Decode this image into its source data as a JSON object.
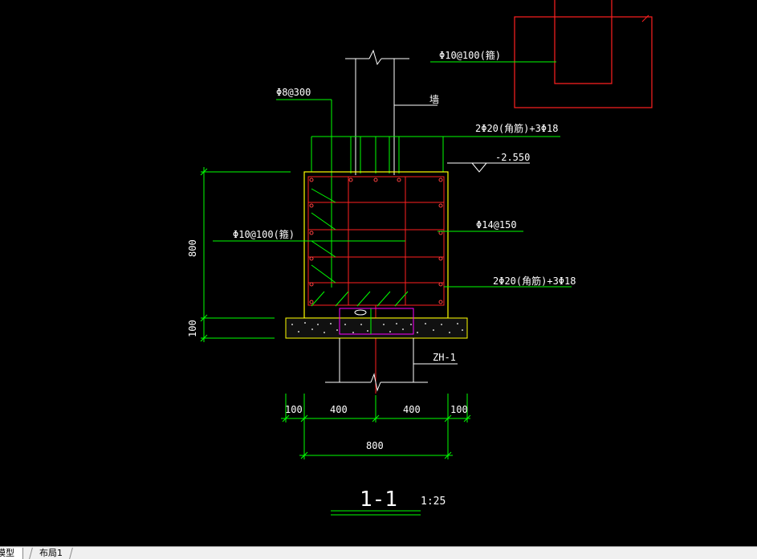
{
  "drawing": {
    "section_title": "1-1",
    "scale": "1:25",
    "labels": {
      "stirrup_top": "Φ10@100(箍)",
      "wall_rebar": "Φ8@300",
      "wall": "墙",
      "top_bars": "2Φ20(角筋)+3Φ18",
      "elevation": "-2.550",
      "stirrup_mid": "Φ10@100(箍)",
      "side_bars": "Φ14@150",
      "bottom_bars": "2Φ20(角筋)+3Φ18",
      "pile": "ZH-1"
    },
    "dimensions": {
      "height_800": "800",
      "height_100": "100",
      "w1": "100",
      "w2": "400",
      "w3": "400",
      "w4": "100",
      "total": "800"
    },
    "colors": {
      "background": "#000000",
      "dimension": "#00ff00",
      "rebar": "#ff2020",
      "outline": "#ffff00",
      "text": "#ffffff",
      "pile_cap": "#ff00ff"
    }
  },
  "tabs": {
    "model": "模型",
    "layout1": "布局1"
  }
}
